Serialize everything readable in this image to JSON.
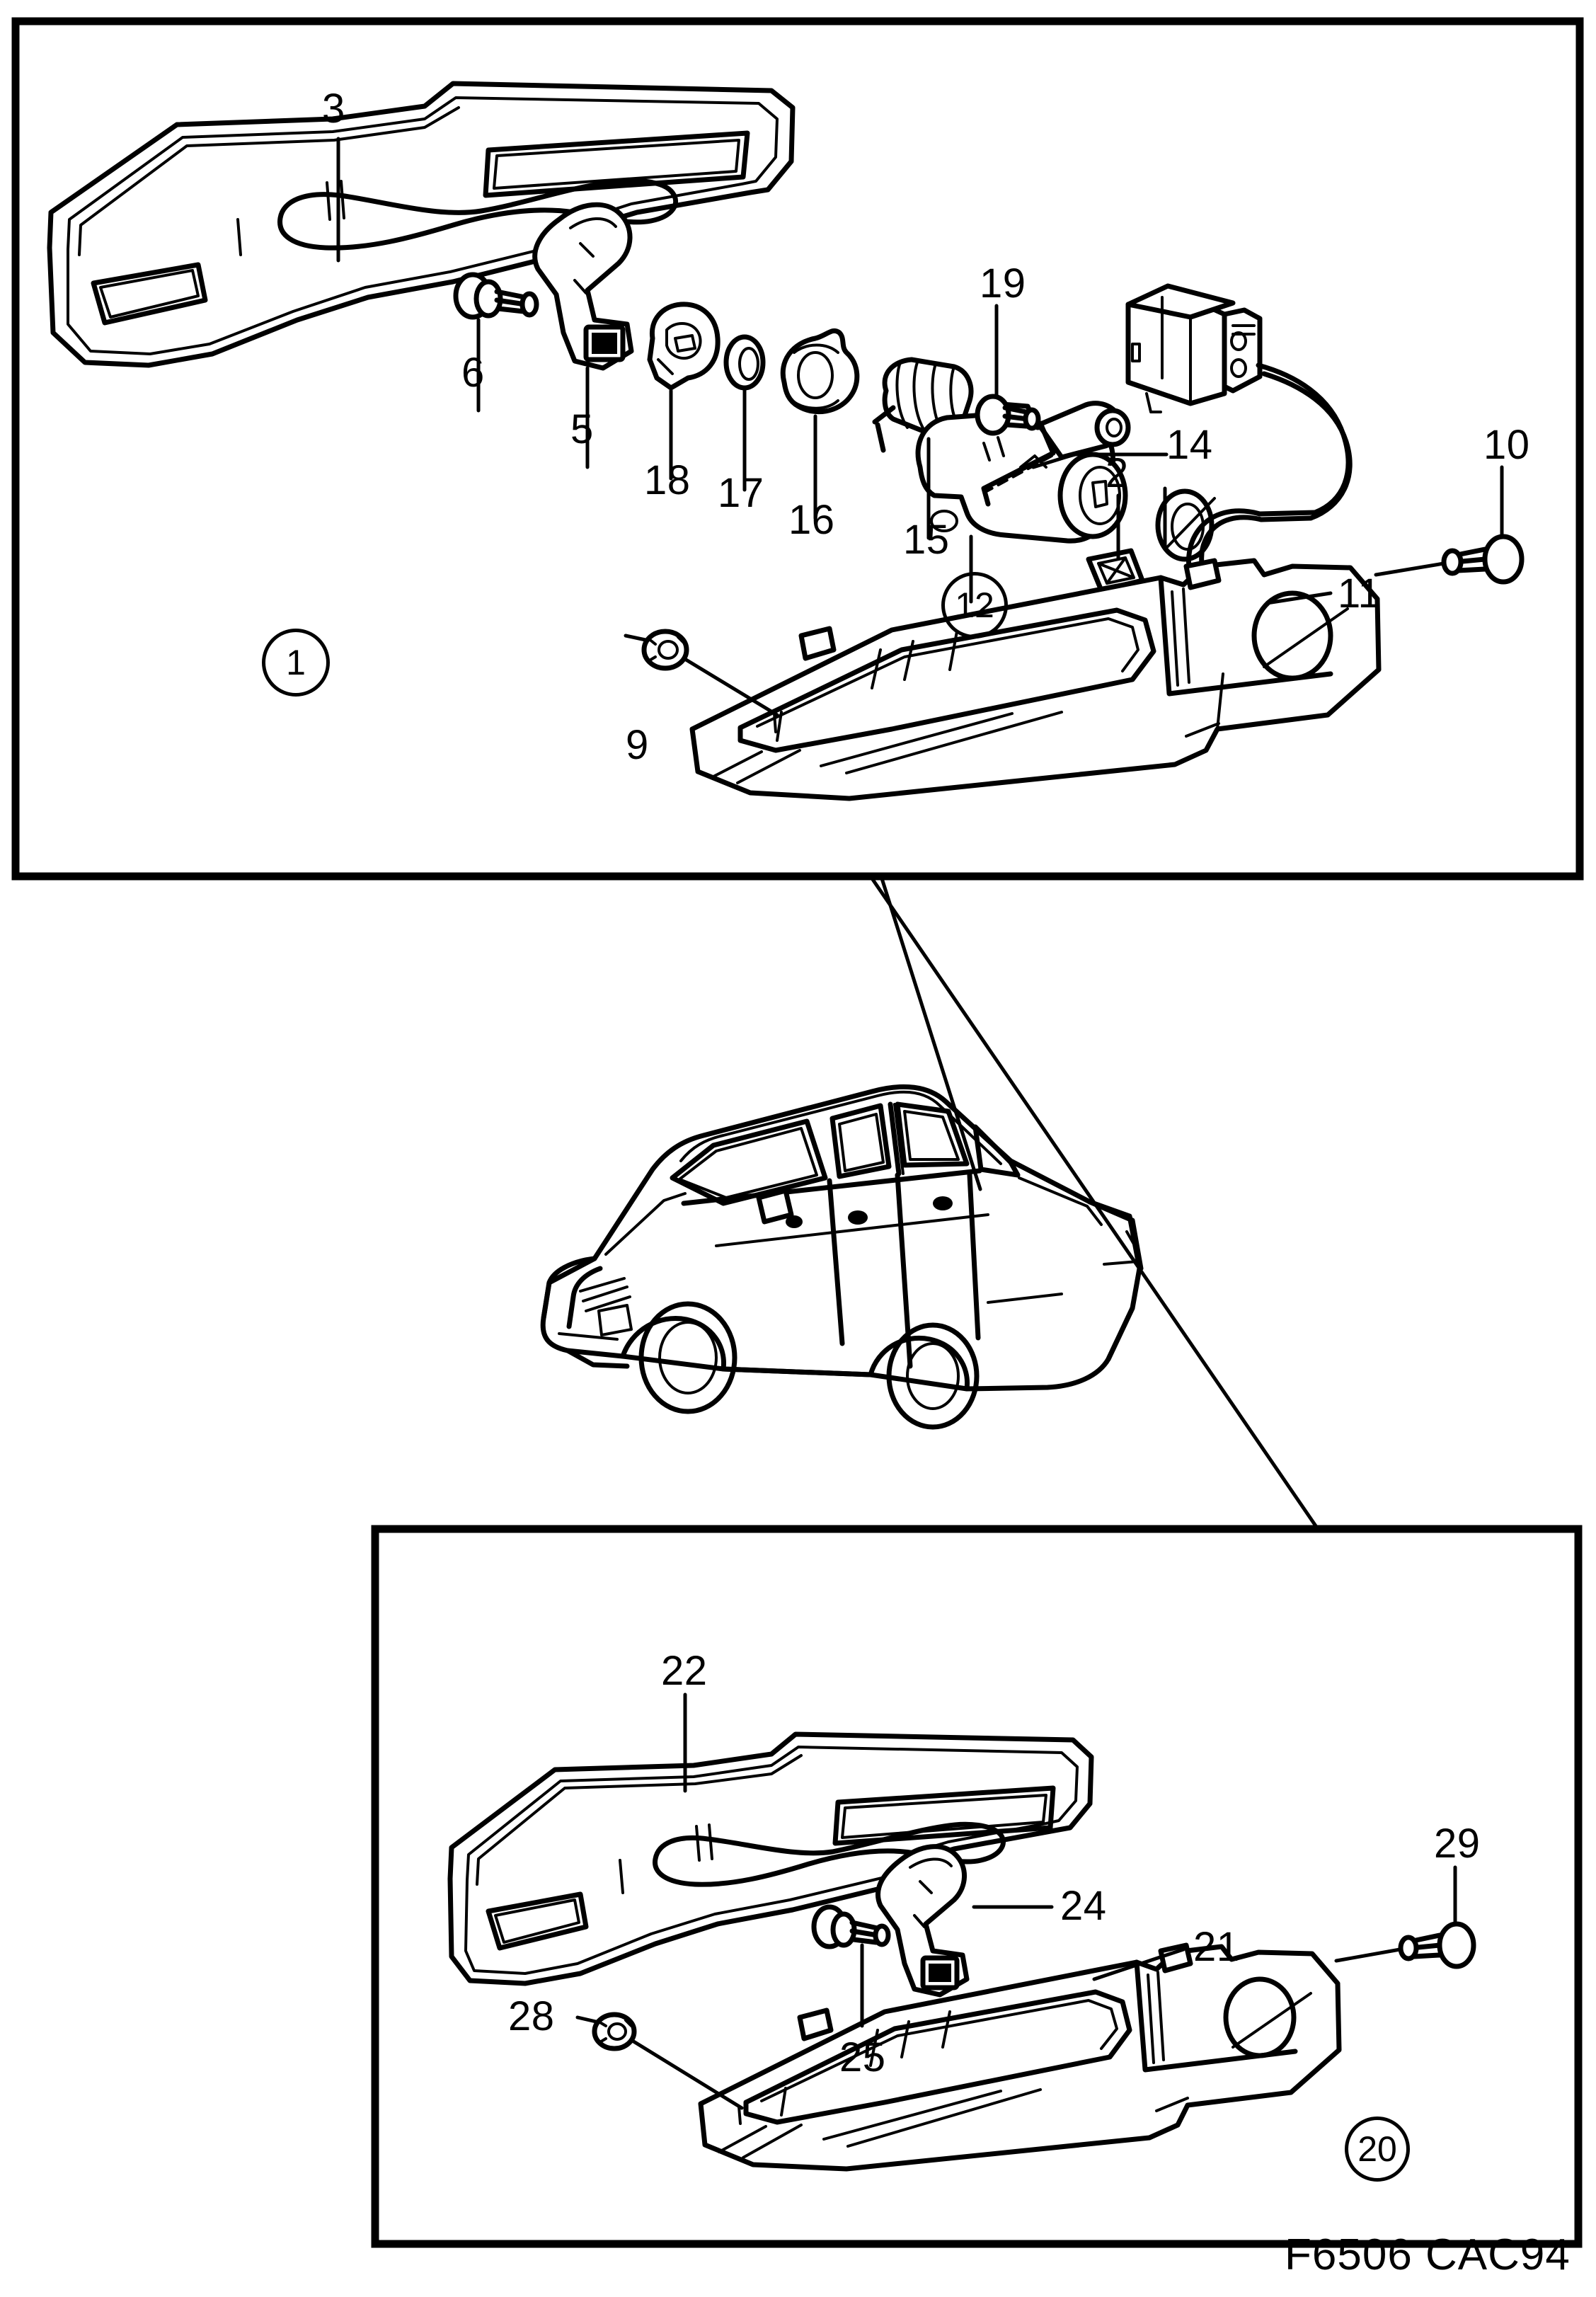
{
  "sheet": {
    "figure_code": "F6506 CAC94",
    "background_color": "#ffffff",
    "line_color": "#000000"
  },
  "panels": [
    {
      "id": "panel-front-door-handle",
      "group_number": "1",
      "callouts": [
        {
          "num": "3",
          "name": "callout-3-handle-bezel"
        },
        {
          "num": "6",
          "name": "callout-6-screw"
        },
        {
          "num": "5",
          "name": "callout-5-lever"
        },
        {
          "num": "18",
          "name": "callout-18-clip"
        },
        {
          "num": "17",
          "name": "callout-17-washer"
        },
        {
          "num": "16",
          "name": "callout-16-retainer"
        },
        {
          "num": "15",
          "name": "callout-15-spring"
        },
        {
          "num": "12",
          "name": "callout-12-lock-cylinder"
        },
        {
          "num": "14",
          "name": "callout-14-cam"
        },
        {
          "num": "19",
          "name": "callout-19-screw"
        },
        {
          "num": "2",
          "name": "callout-2-gasket"
        },
        {
          "num": "11",
          "name": "callout-11-connector"
        },
        {
          "num": "10",
          "name": "callout-10-screw"
        },
        {
          "num": "9",
          "name": "callout-9-nut"
        }
      ]
    },
    {
      "id": "panel-rear-door-handle",
      "group_number": "20",
      "callouts": [
        {
          "num": "22",
          "name": "callout-22-handle-bezel"
        },
        {
          "num": "25",
          "name": "callout-25-screw"
        },
        {
          "num": "24",
          "name": "callout-24-lever"
        },
        {
          "num": "21",
          "name": "callout-21-gasket"
        },
        {
          "num": "29",
          "name": "callout-29-screw"
        },
        {
          "num": "28",
          "name": "callout-28-nut"
        }
      ]
    }
  ],
  "vehicle": {
    "name": "saab-sedan-outline",
    "description": "five door hatchback sedan, front three-quarter view"
  }
}
